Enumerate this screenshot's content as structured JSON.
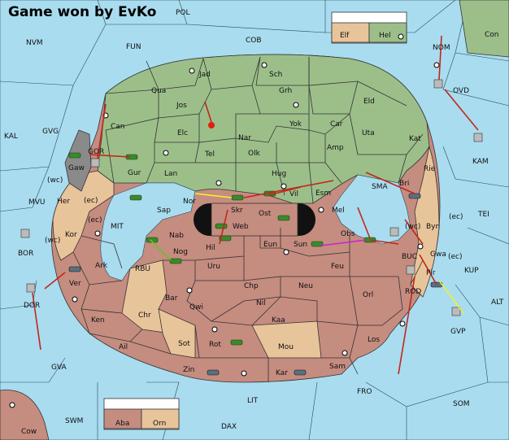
{
  "title": "Game won by EvKo",
  "legend": {
    "elf": "Elf",
    "hel": "Hel",
    "aba": "Aba",
    "orn": "Orn"
  },
  "regions": [
    {
      "id": "POL",
      "name": "POL"
    },
    {
      "id": "NVM",
      "name": "NVM"
    },
    {
      "id": "FUN",
      "name": "FUN"
    },
    {
      "id": "COB",
      "name": "COB"
    },
    {
      "id": "NOM",
      "name": "NOM"
    },
    {
      "id": "Con",
      "name": "Con"
    },
    {
      "id": "KAL",
      "name": "KAL"
    },
    {
      "id": "GVG",
      "name": "GVG"
    },
    {
      "id": "OVD",
      "name": "OVD"
    },
    {
      "id": "KAM",
      "name": "KAM"
    },
    {
      "id": "Jad",
      "name": "Jad"
    },
    {
      "id": "Sch",
      "name": "Sch"
    },
    {
      "id": "Qua",
      "name": "Qua"
    },
    {
      "id": "Jos",
      "name": "Jos"
    },
    {
      "id": "Grh",
      "name": "Grh"
    },
    {
      "id": "Eld",
      "name": "Eld"
    },
    {
      "id": "Can",
      "name": "Can"
    },
    {
      "id": "Yok",
      "name": "Yok"
    },
    {
      "id": "Car",
      "name": "Car"
    },
    {
      "id": "Elc",
      "name": "Elc"
    },
    {
      "id": "Nar",
      "name": "Nar"
    },
    {
      "id": "Uta",
      "name": "Uta"
    },
    {
      "id": "Kat",
      "name": "Kat"
    },
    {
      "id": "Tel",
      "name": "Tel"
    },
    {
      "id": "Olk",
      "name": "Olk"
    },
    {
      "id": "Amp",
      "name": "Amp"
    },
    {
      "id": "GOR",
      "name": "GOR"
    },
    {
      "id": "Gur",
      "name": "Gur"
    },
    {
      "id": "Gaw",
      "name": "Gaw"
    },
    {
      "id": "Lan",
      "name": "Lan"
    },
    {
      "id": "Hug",
      "name": "Hug"
    },
    {
      "id": "Rie",
      "name": "Rie"
    },
    {
      "id": "Bri",
      "name": "Bri"
    },
    {
      "id": "SMA",
      "name": "SMA"
    },
    {
      "id": "Esm",
      "name": "Esm"
    },
    {
      "id": "Vil",
      "name": "Vil"
    },
    {
      "id": "Nor",
      "name": "Nor"
    },
    {
      "id": "Skr",
      "name": "Skr"
    },
    {
      "id": "Sap",
      "name": "Sap"
    },
    {
      "id": "MVU",
      "name": "MVU"
    },
    {
      "id": "Her",
      "name": "Her"
    },
    {
      "id": "Ost",
      "name": "Ost"
    },
    {
      "id": "Mel",
      "name": "Mel"
    },
    {
      "id": "Web",
      "name": "Web"
    },
    {
      "id": "TEI",
      "name": "TEI"
    },
    {
      "id": "Byn",
      "name": "Byn"
    },
    {
      "id": "MIT",
      "name": "MIT"
    },
    {
      "id": "Kor",
      "name": "Kor"
    },
    {
      "id": "Nab",
      "name": "Nab"
    },
    {
      "id": "Eun",
      "name": "Eun"
    },
    {
      "id": "Obs",
      "name": "Obs"
    },
    {
      "id": "Hil",
      "name": "Hil"
    },
    {
      "id": "Sun",
      "name": "Sun"
    },
    {
      "id": "BOR",
      "name": "BOR"
    },
    {
      "id": "Nog",
      "name": "Nog"
    },
    {
      "id": "Gwa",
      "name": "Gwa"
    },
    {
      "id": "BUC",
      "name": "BUC"
    },
    {
      "id": "RBU",
      "name": "RBU"
    },
    {
      "id": "Ark",
      "name": "Ark"
    },
    {
      "id": "Uru",
      "name": "Uru"
    },
    {
      "id": "Feu",
      "name": "Feu"
    },
    {
      "id": "KUP",
      "name": "KUP"
    },
    {
      "id": "Pir",
      "name": "Pir"
    },
    {
      "id": "Ver",
      "name": "Ver"
    },
    {
      "id": "Chp",
      "name": "Chp"
    },
    {
      "id": "Neu",
      "name": "Neu"
    },
    {
      "id": "ROD",
      "name": "ROD"
    },
    {
      "id": "DOR",
      "name": "DOR"
    },
    {
      "id": "Bar",
      "name": "Bar"
    },
    {
      "id": "Orl",
      "name": "Orl"
    },
    {
      "id": "Nil",
      "name": "Nil"
    },
    {
      "id": "Qwi",
      "name": "Qwi"
    },
    {
      "id": "ALT",
      "name": "ALT"
    },
    {
      "id": "Chr",
      "name": "Chr"
    },
    {
      "id": "Ken",
      "name": "Ken"
    },
    {
      "id": "Kaa",
      "name": "Kaa"
    },
    {
      "id": "GVP",
      "name": "GVP"
    },
    {
      "id": "Sot",
      "name": "Sot"
    },
    {
      "id": "Los",
      "name": "Los"
    },
    {
      "id": "Rot",
      "name": "Rot"
    },
    {
      "id": "Ail",
      "name": "Ail"
    },
    {
      "id": "Mou",
      "name": "Mou"
    },
    {
      "id": "GVA",
      "name": "GVA"
    },
    {
      "id": "Sam",
      "name": "Sam"
    },
    {
      "id": "Zin",
      "name": "Zin"
    },
    {
      "id": "Kar",
      "name": "Kar"
    },
    {
      "id": "FRO",
      "name": "FRO"
    },
    {
      "id": "LIT",
      "name": "LIT"
    },
    {
      "id": "SOM",
      "name": "SOM"
    },
    {
      "id": "SWM",
      "name": "SWM"
    },
    {
      "id": "DAX",
      "name": "DAX"
    },
    {
      "id": "Cow",
      "name": "Cow"
    }
  ],
  "wc_markers": [
    "(wc)",
    "(ec)",
    "(ec)",
    "(wc)",
    "(wc)",
    "(ec)",
    "(ec)"
  ]
}
